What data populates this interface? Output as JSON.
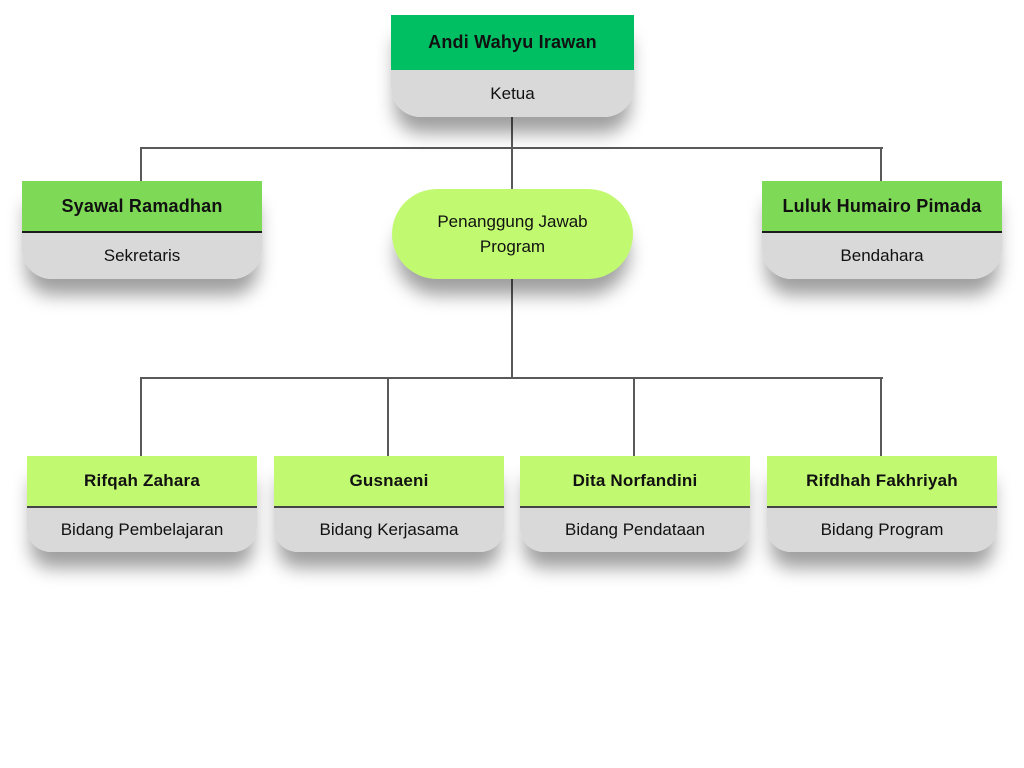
{
  "colors": {
    "emerald_green": "#00bf63",
    "mid_green": "#7ed957",
    "light_green": "#c1fa70",
    "panel_gray": "#d9d9d9",
    "connector": "#595959",
    "text": "#111111"
  },
  "chart": {
    "type": "organizational-chart"
  },
  "nodes": {
    "ketua": {
      "name": "Andi Wahyu Irawan",
      "role": "Ketua"
    },
    "sekretaris": {
      "name": "Syawal Ramadhan",
      "role": "Sekretaris"
    },
    "penanggung_jawab": {
      "label": "Penanggung Jawab Program"
    },
    "bendahara": {
      "name": "Luluk Humairo Pimada",
      "role": "Bendahara"
    },
    "bidang": [
      {
        "name": "Rifqah Zahara",
        "role": "Bidang Pembelajaran"
      },
      {
        "name": "Gusnaeni",
        "role": "Bidang Kerjasama"
      },
      {
        "name": "Dita Norfandini",
        "role": "Bidang Pendataan"
      },
      {
        "name": "Rifdhah Fakhriyah",
        "role": "Bidang Program"
      }
    ]
  }
}
